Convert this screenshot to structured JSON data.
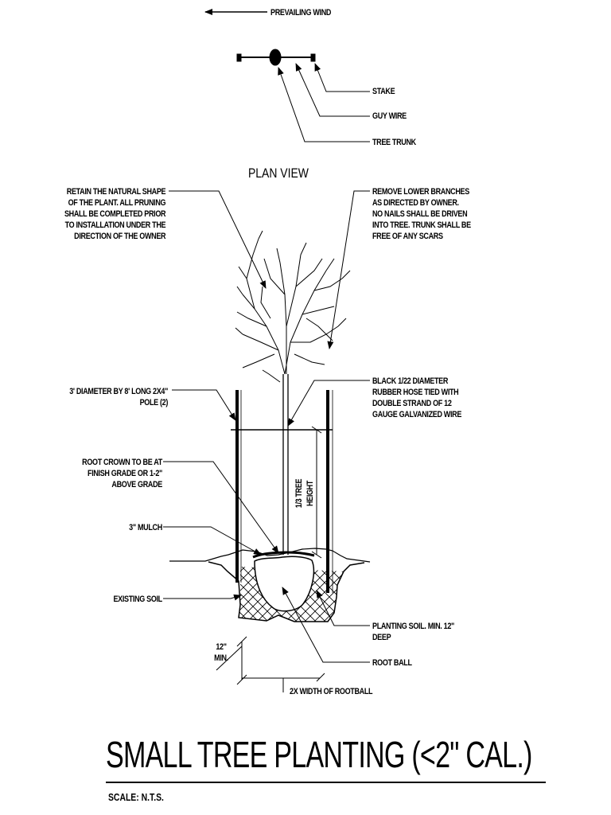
{
  "plan_view": {
    "title": "PLAN VIEW",
    "prevailing_wind": "PREVAILING WIND",
    "stake": "STAKE",
    "guy_wire": "GUY WIRE",
    "tree_trunk": "TREE TRUNK"
  },
  "notes": {
    "retain_shape": [
      "RETAIN THE NATURAL SHAPE",
      "OF THE PLANT. ALL PRUNING",
      "SHALL BE COMPLETED PRIOR",
      "TO INSTALLATION UNDER THE",
      "DIRECTION OF THE OWNER"
    ],
    "remove_branches": [
      "REMOVE LOWER BRANCHES",
      "AS DIRECTED BY OWNER.",
      "NO NAILS SHALL BE DRIVEN",
      "INTO TREE. TRUNK SHALL BE",
      "FREE OF ANY SCARS"
    ],
    "pole": [
      "3' DIAMETER BY 8' LONG 2X4\"",
      "POLE (2)"
    ],
    "hose": [
      "BLACK 1/22 DIAMETER",
      "RUBBER HOSE TIED WITH",
      "DOUBLE STRAND OF 12",
      "GAUGE GALVANIZED WIRE"
    ],
    "root_crown": [
      "ROOT CROWN TO BE AT",
      "FINISH GRADE OR 1-2\"",
      "ABOVE GRADE"
    ],
    "mulch": "3\" MULCH",
    "existing_soil": "EXISTING SOIL",
    "planting_soil": [
      "PLANTING SOIL. MIN. 12\"",
      "DEEP"
    ],
    "root_ball": "ROOT BALL",
    "tree_height": [
      "1/3 TREE",
      "HEIGHT"
    ],
    "min_depth": [
      "12\"",
      "MIN."
    ],
    "width": "2X WIDTH OF ROOTBALL"
  },
  "footer": {
    "title": "SMALL TREE PLANTING (<2\" CAL.)",
    "scale": "SCALE: N.T.S."
  }
}
